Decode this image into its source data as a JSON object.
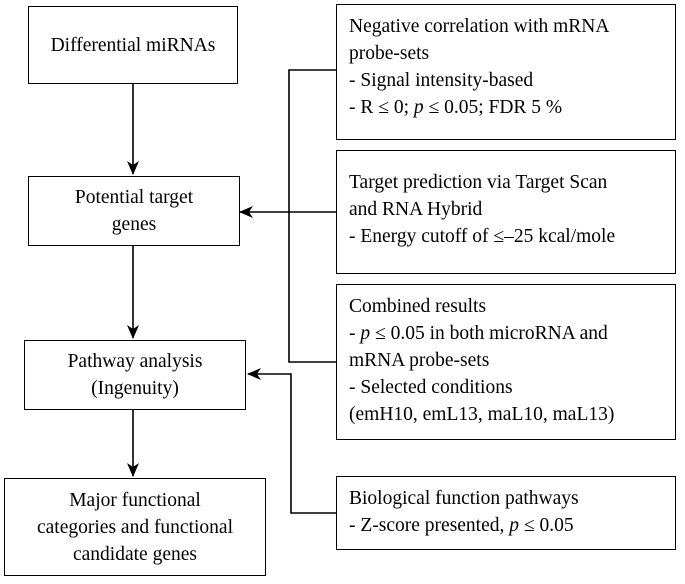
{
  "nodes": {
    "differential": {
      "lines": [
        "Differential miRNAs"
      ]
    },
    "potential": {
      "lines": [
        "Potential target",
        "genes"
      ]
    },
    "pathway": {
      "lines": [
        "Pathway analysis",
        "(Ingenuity)"
      ]
    },
    "major": {
      "lines": [
        "Major functional",
        "categories and functional",
        "candidate genes"
      ]
    },
    "negative": {
      "title": [
        "Negative correlation with mRNA",
        "probe-sets"
      ],
      "bullet1": "-  Signal intensity-based",
      "bullet2_prefix": "-  R ≤ 0; ",
      "bullet2_p": "p",
      "bullet2_suffix": " ≤ 0.05; FDR 5 %"
    },
    "target": {
      "title": [
        "Target prediction via Target Scan",
        "and RNA Hybrid"
      ],
      "bullet1": "-  Energy cutoff of ≤–25 kcal/mole"
    },
    "combined": {
      "title": "Combined results",
      "bullet1_prefix": "-  ",
      "bullet1_p": "p",
      "bullet1_suffix": " ≤ 0.05 in both microRNA and",
      "bullet1_cont": "mRNA probe-sets",
      "bullet2": "-  Selected conditions",
      "bullet2_cont": "(emH10, emL13, maL10, maL13)"
    },
    "biological": {
      "title": "Biological function pathways",
      "bullet1_prefix": "-  Z-score presented, ",
      "bullet1_p": "p",
      "bullet1_suffix": " ≤ 0.05"
    }
  }
}
